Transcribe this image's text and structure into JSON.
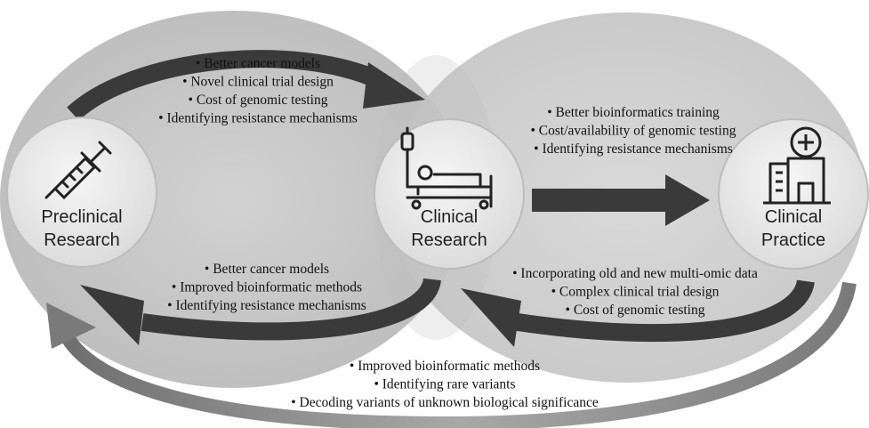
{
  "nodes": {
    "preclinical": {
      "line1": "Preclinical",
      "line2": "Research",
      "icon": "syringe-icon"
    },
    "clinical_research": {
      "line1": "Clinical",
      "line2": "Research",
      "icon": "patient-bed-icon"
    },
    "clinical_practice": {
      "line1": "Clinical",
      "line2": "Practice",
      "icon": "hospital-icon"
    }
  },
  "bullet_char": "•",
  "lists": {
    "pre_to_clin": [
      "Better cancer models",
      "Novel clinical trial design",
      "Cost of genomic testing",
      "Identifying  resistance mechanisms"
    ],
    "clin_to_pre": [
      "Better cancer models",
      "Improved bioinformatic methods",
      "Identifying  resistance mechanisms"
    ],
    "clin_to_practice": [
      "Better bioinformatics training",
      "Cost/availability of genomic testing",
      "Identifying  resistance mechanisms"
    ],
    "practice_to_clin": [
      "Incorporating old and new multi-omic data",
      "Complex clinical trial design",
      "Cost of genomic testing"
    ],
    "practice_to_pre": [
      "Improved bioinformatic methods",
      "Identifying rare variants",
      "Decoding variants of unknown  biological significance"
    ]
  },
  "colors": {
    "ellipse_left": "#c6c6c6",
    "ellipse_right": "#cfcfcf",
    "node_fill": "#ececec",
    "arrow_dark": "#3a3a3a",
    "arrow_outer": "#8a8a8a",
    "icon": "#222222"
  }
}
